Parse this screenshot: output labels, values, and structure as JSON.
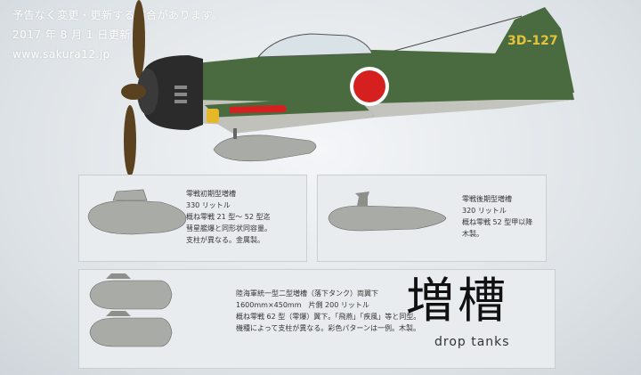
{
  "header": {
    "notice": "予告なく変更・更新する場合があります。",
    "date": "2017 年 8 月 1 日更新",
    "url": "www.sakura12.jp"
  },
  "aircraft": {
    "tail_code": "3D-127",
    "colors": {
      "body_green": "#4a6b3f",
      "under_gray": "#c2c4bd",
      "hinomaru": "#d6201f",
      "tail_code": "#e5c23a",
      "prop": "#5a4120"
    }
  },
  "tanks": {
    "early": {
      "name": "零戦初期型増槽",
      "capacity": "330 リットル",
      "desc1": "概ね零戦 21 型〜 52 型迄",
      "desc2": "彗星艦爆と同形状同容量。",
      "desc3": "支柱が異なる。金属製。"
    },
    "late": {
      "name": "零戦後期型増槽",
      "capacity": "320 リットル",
      "desc1": "概ね零戦 52 型甲以降",
      "desc2": "木製。"
    },
    "navy": {
      "name": "陸海軍統一型二型増槽（落下タンク）両翼下",
      "dims": "1600mm×450mm　片側 200 リットル",
      "desc1": "概ね零戦 62 型（零爆）翼下。「飛燕」「疾風」等と同型。",
      "desc2": "機種によって支柱が異なる。彩色パターンは一例。木製。"
    }
  },
  "title": {
    "jp": "増槽",
    "en": "drop tanks"
  }
}
